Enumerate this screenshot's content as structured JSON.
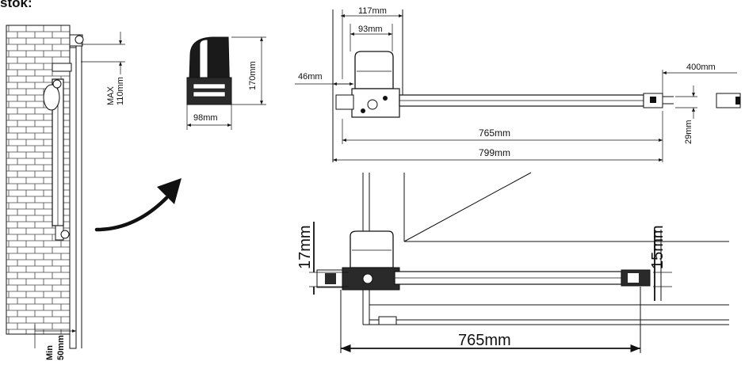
{
  "header": {
    "cut_text": "stok:"
  },
  "dims": {
    "max_label": "MAX",
    "wall_offset": "110mm",
    "min_label": "Min",
    "min_value": "50mm",
    "height_side": "170mm",
    "width_side": "98mm",
    "width_top": "117mm",
    "width_top_inner": "93mm",
    "front_offset": "46mm",
    "stroke_ext": "400mm",
    "rod_height": "29mm",
    "length_765": "765mm",
    "length_799": "799mm",
    "left_height": "17mm",
    "right_height": "15mm",
    "install_length": "765mm"
  }
}
